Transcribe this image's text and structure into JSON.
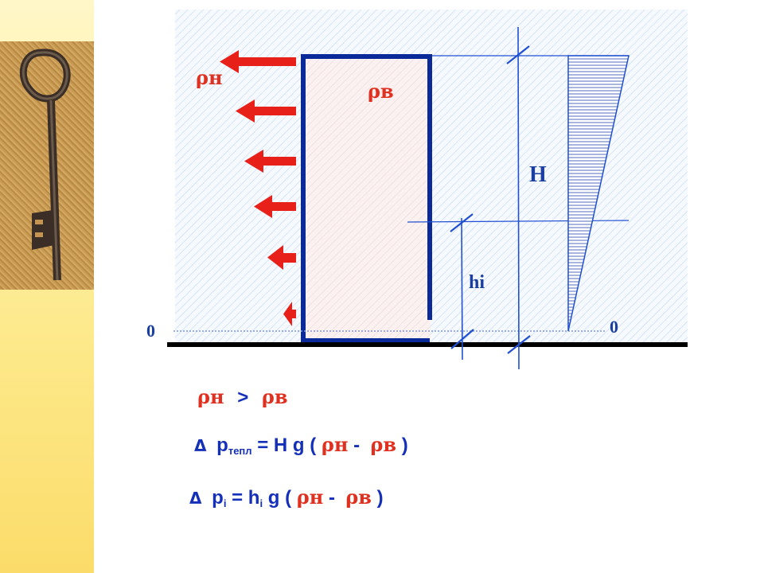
{
  "labels": {
    "rho_outside": "ρн",
    "rho_inside": "ρв",
    "height_total": "H",
    "height_partial": "hi",
    "zero_left": "0",
    "zero_right": "0"
  },
  "formulas": {
    "inequality": {
      "left": "ρн",
      "op": ">",
      "right": "ρв"
    },
    "p_total": {
      "delta": "Δ",
      "p": "p",
      "sub": "тепл",
      "rest": " = H g (",
      "rho1": "ρн",
      "minus": " - ",
      "rho2": "ρв",
      "close": " )"
    },
    "p_i": {
      "delta": "Δ",
      "p": "p",
      "sub": "i",
      "eq": " = h",
      "hsub": "i",
      "rest": " g (",
      "rho1": "ρн",
      "minus": " - ",
      "rho2": "ρв",
      "close": " )"
    }
  },
  "colors": {
    "accent_red": "#e03020",
    "wall_blue": "#0a2a9a",
    "line_blue": "#2050d0",
    "sidebar_yellow": "#fde98a"
  }
}
